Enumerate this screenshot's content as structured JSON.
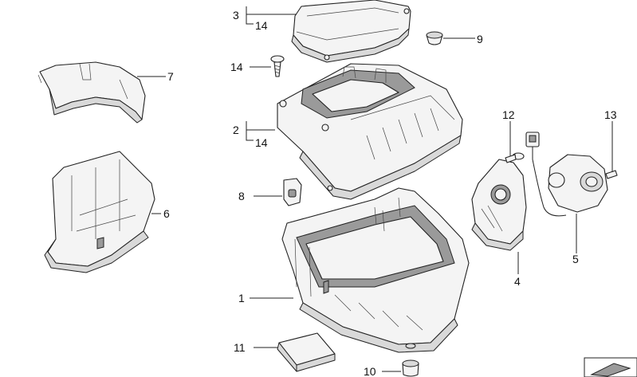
{
  "callouts": {
    "c1": "1",
    "c2": "2",
    "c3": "3",
    "c4": "4",
    "c5": "5",
    "c6": "6",
    "c7": "7",
    "c8": "8",
    "c9": "9",
    "c10": "10",
    "c11": "11",
    "c12": "12",
    "c13": "13",
    "c14_upper": "14",
    "c14_screw": "14",
    "c14_lower": "14"
  }
}
